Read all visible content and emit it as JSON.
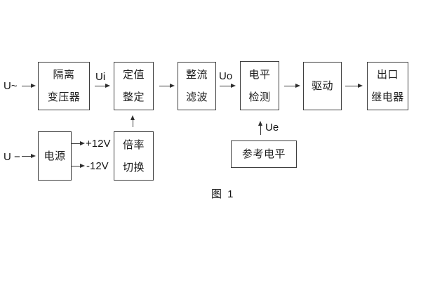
{
  "diagram": {
    "caption": "图 1",
    "inputs": {
      "ac_label": "U~",
      "dc_label": "U −"
    },
    "signals": {
      "ui": "Ui",
      "uo": "Uo",
      "ue": "Ue",
      "plus_12v": "+12V",
      "minus_12v": "-12V"
    },
    "boxes": {
      "isolation_transformer": {
        "line1": "隔离",
        "line2": "变压器"
      },
      "setpoint_adjust": {
        "line1": "定值",
        "line2": "整定"
      },
      "rectifier_filter": {
        "line1": "整流",
        "line2": "滤波"
      },
      "level_detector": {
        "line1": "电平",
        "line2": "检测"
      },
      "driver": {
        "label": "驱动"
      },
      "output_relay": {
        "line1": "出口",
        "line2": "继电器"
      },
      "power_supply": {
        "label": "电源"
      },
      "ratio_switch": {
        "line1": "倍率",
        "line2": "切换"
      },
      "reference_level": {
        "label": "参考电平"
      }
    },
    "colors": {
      "background": "#ffffff",
      "line": "#3a3a3a",
      "text": "#1c1c1c"
    }
  }
}
